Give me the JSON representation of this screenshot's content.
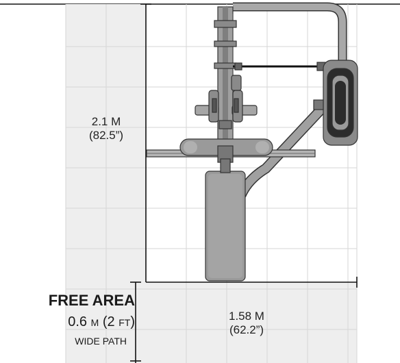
{
  "dimensions": {
    "height_metric": "2.1 M",
    "height_imperial": "(82.5”)",
    "width_metric": "1.58 M",
    "width_imperial": "(62.2”)"
  },
  "free_area": {
    "title": "FREE AREA",
    "size_value": "0.6",
    "size_unit": "M",
    "size_imperial": "(2",
    "size_imperial_unit": "FT",
    "size_close": ")",
    "path": "WIDE PATH"
  },
  "colors": {
    "free_area_fill": "#eeeeee",
    "grid_line": "#d8d8d8",
    "machine_fill": "#9a9a9a",
    "machine_dark": "#555555",
    "line": "#111111"
  }
}
